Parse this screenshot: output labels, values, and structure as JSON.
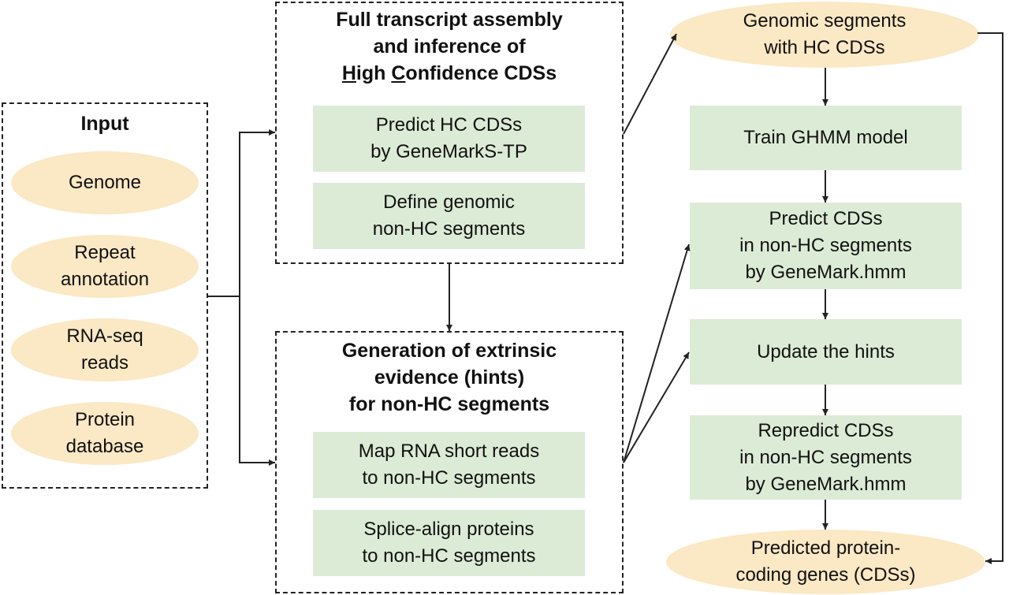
{
  "input": {
    "title": "Input",
    "items": [
      "Genome",
      "Repeat\nannotation",
      "RNA-seq\nreads",
      "Protein\ndatabase"
    ]
  },
  "assembly": {
    "title_line1": "Full transcript assembly",
    "title_line2": "and inference of",
    "title_line3_parts": [
      "H",
      "igh ",
      "C",
      "onfidence CDSs"
    ],
    "steps": [
      "Predict HC CDSs\nby GeneMarkS-TP",
      "Define genomic\nnon-HC segments"
    ]
  },
  "evidence": {
    "title": "Generation of extrinsic\nevidence (hints)\nfor non-HC segments",
    "steps": [
      "Map RNA short reads\nto non-HC segments",
      "Splice-align proteins\nto non-HC segments"
    ]
  },
  "pipeline": {
    "start": "Genomic segments\nwith HC CDSs",
    "steps": [
      "Train GHMM model",
      "Predict CDSs\nin non-HC segments\nby GeneMark.hmm",
      "Update the hints",
      "Repredict CDSs\nin non-HC segments\nby GeneMark.hmm"
    ],
    "end": "Predicted protein-\ncoding genes (CDSs)"
  },
  "colors": {
    "step_fill": "#dcebd6",
    "ellipse_fill": "#fbe8c4",
    "line": "#222222"
  }
}
